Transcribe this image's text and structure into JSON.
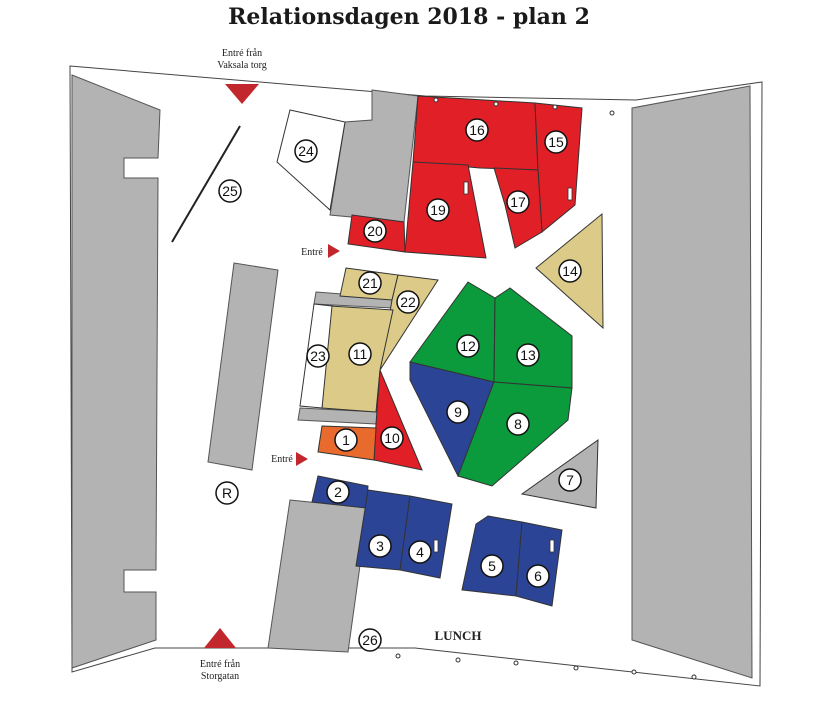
{
  "title": "Relationsdagen 2018 - plan 2",
  "labels": {
    "entrance_top": [
      "Entré från",
      "Vaksala torg"
    ],
    "entrance_bottom": [
      "Entré från",
      "Storgatan"
    ],
    "entrance_left_top": "Entré",
    "entrance_left_mid": "Entré",
    "lunch": "LUNCH",
    "reception": "R"
  },
  "colors": {
    "red": "#e01f26",
    "green": "#0b9a3c",
    "blue": "#2c4495",
    "khaki": "#dccb88",
    "orange": "#e86a2c",
    "gray": "#b3b3b3",
    "marker": "#c1272d"
  },
  "booths": [
    "1",
    "2",
    "3",
    "4",
    "5",
    "6",
    "7",
    "8",
    "9",
    "10",
    "11",
    "12",
    "13",
    "14",
    "15",
    "16",
    "17",
    "19",
    "20",
    "21",
    "22",
    "23",
    "24",
    "25",
    "26"
  ]
}
